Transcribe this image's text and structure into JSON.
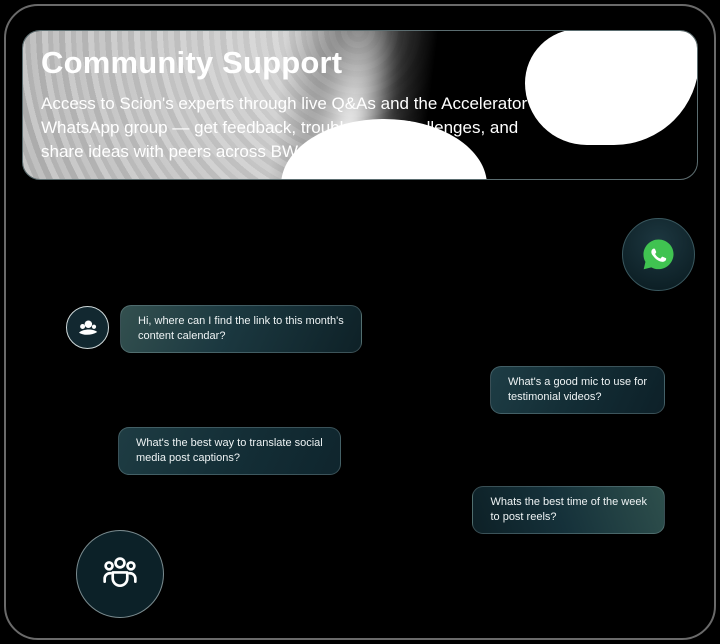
{
  "page": {
    "background": "#000000"
  },
  "header": {
    "title": "Community Support",
    "description_lines": [
      "Access to Scion's experts through live Q&As and the Accelerator",
      "WhatsApp group — get feedback, troubleshoot challenges, and",
      "share ideas with peers across BW."
    ]
  },
  "whatsapp_button": {
    "icon": "whatsapp-icon",
    "brand_color": "#40c351"
  },
  "chat": {
    "messages": [
      {
        "side": "left",
        "avatar_icon": "people-group-icon",
        "lines": [
          "Hi, where can I find the link to this month's",
          "content calendar?"
        ]
      },
      {
        "side": "right",
        "lines": [
          "What's a good mic to use for",
          "testimonial videos?"
        ]
      },
      {
        "side": "left",
        "lines": [
          "What's the best way to translate social",
          "media post captions?"
        ]
      },
      {
        "side": "right",
        "lines": [
          "Whats the best time of the week",
          "to post reels?"
        ]
      }
    ]
  },
  "community_badge": {
    "icon": "community-people-icon"
  },
  "colors": {
    "bubble_teal": "#1c3a42",
    "circle_navy": "#0c2128",
    "whatsapp_green": "#40c351"
  }
}
